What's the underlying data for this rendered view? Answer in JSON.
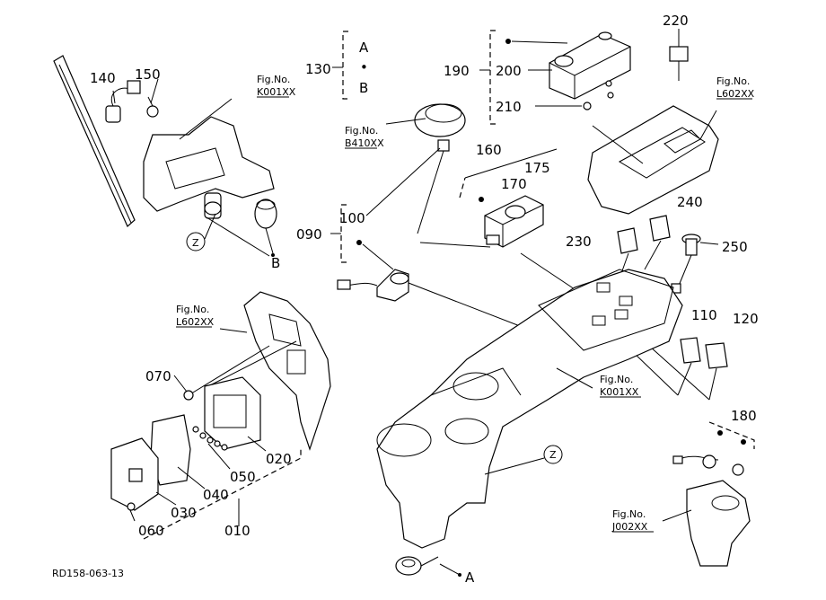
{
  "labels": {
    "p140": "140",
    "p150": "150",
    "p130": "130",
    "a_top": "A",
    "dot": "•",
    "b_top": "B",
    "p190": "190",
    "p200": "200",
    "p210": "210",
    "p220": "220",
    "p160": "160",
    "p170": "170",
    "p175": "175",
    "p090": "090",
    "p100": "100",
    "p230": "230",
    "p240": "240",
    "p250": "250",
    "p110": "110",
    "p120": "120",
    "p070": "070",
    "p020": "020",
    "p050": "050",
    "p040": "040",
    "p030": "030",
    "p060": "060",
    "p010": "010",
    "p180": "180",
    "z1": "Z",
    "z2": "Z",
    "b_bot": "B",
    "a_bot": "A"
  },
  "figrefs": [
    {
      "title": "Fig.No.",
      "code": "K001XX"
    },
    {
      "title": "Fig.No.",
      "code": "B410XX"
    },
    {
      "title": "Fig.No.",
      "code": "L602XX"
    },
    {
      "title": "Fig.No.",
      "code": "L602XX"
    },
    {
      "title": "Fig.No.",
      "code": "K001XX"
    },
    {
      "title": "Fig.No.",
      "code": "J002XX"
    }
  ],
  "footer": {
    "code": "RD158-063-13"
  }
}
